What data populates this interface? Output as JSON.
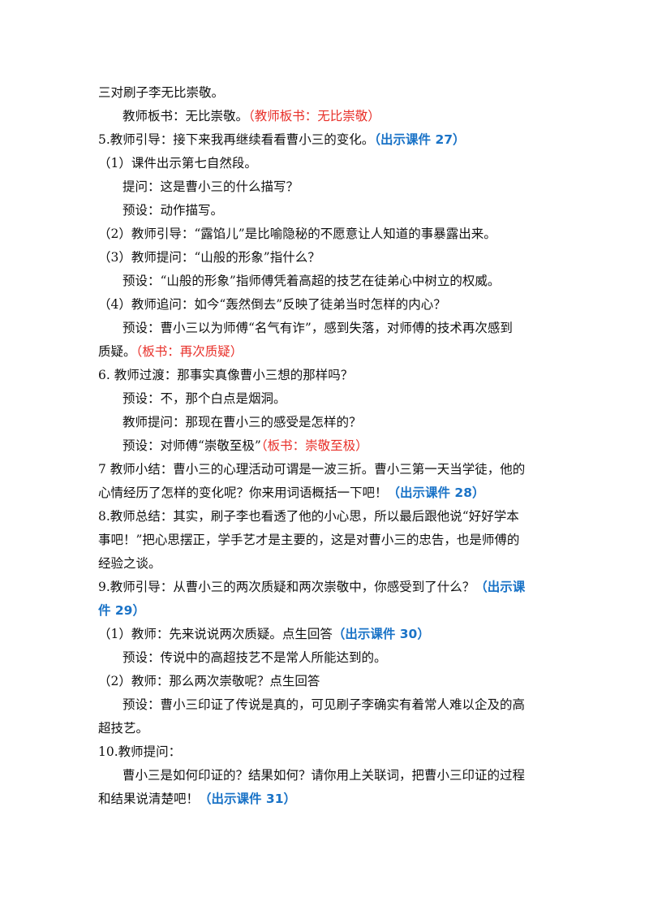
{
  "colors": {
    "text": "#111111",
    "red_note": "#e8302a",
    "blue_note": "#1a73c7"
  },
  "lines": [
    {
      "t": "三对刷子李无比崇敬。"
    },
    {
      "t": "教师板书：无比崇敬。",
      "red": "（教师板书：无比崇敬）"
    },
    {
      "t": "5.教师引导：接下来我再继续看看曹小三的变化。",
      "blue": "（出示课件 27）"
    },
    {
      "t": "（1）课件出示第七自然段。"
    },
    {
      "t": "提问：这是曹小三的什么描写？"
    },
    {
      "t": "预设：动作描写。"
    },
    {
      "t": "（2）教师引导：“露馅儿”是比喻隐秘的不愿意让人知道的事暴露出来。"
    },
    {
      "t": "（3）教师提问：“山般的形象”指什么？"
    },
    {
      "t": "预设：“山般的形象”指师傅凭着高超的技艺在徒弟心中树立的权威。"
    },
    {
      "t": "（4）教师追问：如今“轰然倒去”反映了徒弟当时怎样的内心？"
    },
    {
      "t": "预设：曹小三以为师傅“名气有诈”，感到失落，对师傅的技术再次感到"
    },
    {
      "t": "质疑。",
      "red": "（板书：再次质疑）"
    },
    {
      "t": "6. 教师过渡：那事实真像曹小三想的那样吗？"
    },
    {
      "t": "预设：不，那个白点是烟洞。"
    },
    {
      "t": "教师提问：那现在曹小三的感受是怎样的？"
    },
    {
      "t": "预设：对师傅“崇敬至极”",
      "red": "（板书：崇敬至极）"
    },
    {
      "t": "7 教师小结：曹小三的心理活动可谓是一波三折。曹小三第一天当学徒，他的"
    },
    {
      "t": "心情经历了怎样的变化呢？你来用词语概括一下吧！",
      "blue": "（出示课件 28）"
    },
    {
      "t": "8.教师总结：其实，刷子李也看透了他的小心思，所以最后跟他说“好好学本"
    },
    {
      "t": "事吧！”把心思摆正，学手艺才是主要的，这是对曹小三的忠告，也是师傅的"
    },
    {
      "t": "经验之谈。"
    },
    {
      "t": "9.教师引导：从曹小三的两次质疑和两次崇敬中，你感受到了什么？",
      "blue": "（出示课"
    },
    {
      "t": "",
      "blue": "件 29）"
    },
    {
      "t": "（1）教师：先来说说两次质疑。点生回答",
      "blue": "（出示课件 30）"
    },
    {
      "t": "预设：传说中的高超技艺不是常人所能达到的。"
    },
    {
      "t": "（2）教师：那么两次崇敬呢？点生回答"
    },
    {
      "t": "预设：曹小三印证了传说是真的，可见刷子李确实有着常人难以企及的高"
    },
    {
      "t": "超技艺。"
    },
    {
      "t": "10.教师提问："
    },
    {
      "t": "曹小三是如何印证的？结果如何？请你用上关联词，把曹小三印证的过程"
    },
    {
      "t": "和结果说清楚吧！",
      "blue": "（出示课件 31）"
    }
  ]
}
